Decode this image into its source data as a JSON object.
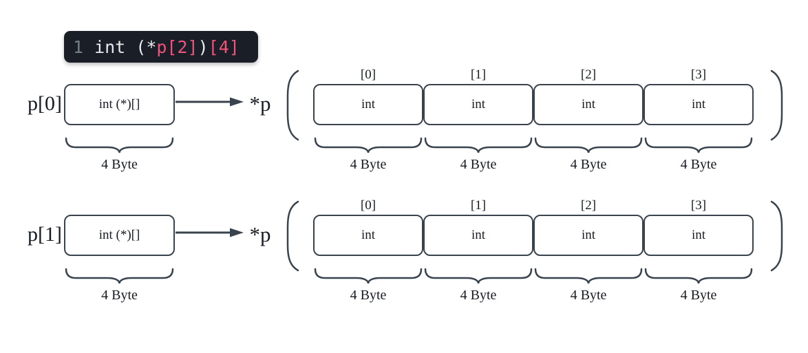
{
  "colors": {
    "stroke": "#39434e",
    "text": "#171c22",
    "code_bg": "#1a1e26",
    "code_text": "#e9eaec",
    "code_pink": "#f1537d",
    "code_linenum": "#757d87"
  },
  "code": {
    "line_number": "1",
    "segments": [
      {
        "text": "int (*",
        "color": "light"
      },
      {
        "text": "p[2]",
        "color": "pink"
      },
      {
        "text": ")",
        "color": "light"
      },
      {
        "text": "[4]",
        "color": "pink"
      }
    ]
  },
  "rows": [
    {
      "pointer_label": "p[0]",
      "pointer_type": "int (*)[]",
      "pointer_size": "4 Byte",
      "deref_label": "*p",
      "cells": [
        {
          "index": "[0]",
          "value": "int",
          "size": "4 Byte"
        },
        {
          "index": "[1]",
          "value": "int",
          "size": "4 Byte"
        },
        {
          "index": "[2]",
          "value": "int",
          "size": "4 Byte"
        },
        {
          "index": "[3]",
          "value": "int",
          "size": "4 Byte"
        }
      ]
    },
    {
      "pointer_label": "p[1]",
      "pointer_type": "int (*)[]",
      "pointer_size": "4 Byte",
      "deref_label": "*p",
      "cells": [
        {
          "index": "[0]",
          "value": "int",
          "size": "4 Byte"
        },
        {
          "index": "[1]",
          "value": "int",
          "size": "4 Byte"
        },
        {
          "index": "[2]",
          "value": "int",
          "size": "4 Byte"
        },
        {
          "index": "[3]",
          "value": "int",
          "size": "4 Byte"
        }
      ]
    }
  ]
}
